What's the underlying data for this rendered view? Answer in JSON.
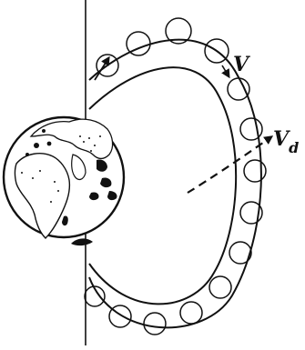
{
  "diagram": {
    "labels": {
      "velocity": "V",
      "drift_velocity_main": "V",
      "drift_velocity_sub": "d"
    },
    "colors": {
      "ink": "#111111",
      "background": "#ffffff"
    },
    "icons": [
      "earth-globe-icon",
      "drift-arrow-icon",
      "gyration-arrow-icon"
    ]
  }
}
